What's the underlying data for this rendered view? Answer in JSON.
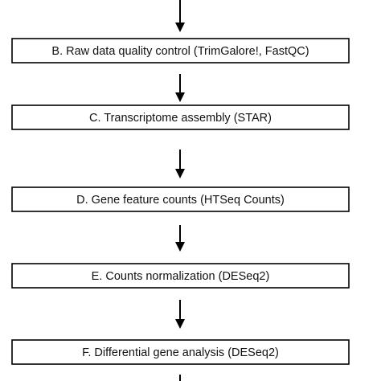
{
  "diagram": {
    "steps": [
      {
        "id": "B",
        "label": "B. Raw data quality control (TrimGalore!, FastQC)"
      },
      {
        "id": "C",
        "label": "C. Transcriptome assembly (STAR)"
      },
      {
        "id": "D",
        "label": "D. Gene feature counts (HTSeq Counts)"
      },
      {
        "id": "E",
        "label": "E. Counts normalization (DESeq2)"
      },
      {
        "id": "F",
        "label": "F. Differential gene analysis (DESeq2)"
      }
    ],
    "colors": {
      "stroke": "#000000",
      "text": "#111111",
      "background": "#ffffff"
    }
  }
}
